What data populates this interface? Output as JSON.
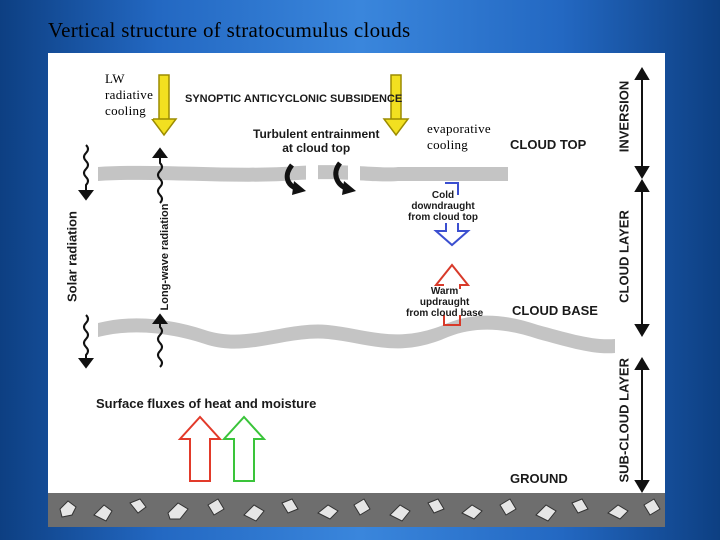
{
  "slide": {
    "title": "Vertical structure of stratocumulus clouds"
  },
  "figure": {
    "notes": {
      "lw_cooling": "LW\nradiative\ncooling",
      "evap_cooling": "evaporative\ncooling"
    },
    "labels": {
      "subsidence": "SYNOPTIC ANTICYCLONIC SUBSIDENCE",
      "entrainment": "Turbulent entrainment\nat cloud top",
      "cloud_top": "CLOUD TOP",
      "cold_downdraught": "Cold\ndowndraught\nfrom cloud top",
      "warm_updraught": "Warm\nupdraught\nfrom cloud base",
      "cloud_base": "CLOUD BASE",
      "surface_fluxes": "Surface fluxes of heat and moisture",
      "ground": "GROUND",
      "solar_radiation": "Solar radiation",
      "longwave_radiation": "Long-wave radiation",
      "inversion": "INVERSION",
      "cloud_layer": "CLOUD LAYER",
      "subcloud_layer": "SUB-CLOUD LAYER"
    },
    "colors": {
      "subsidence_arrow": "#f2e020",
      "cold_arrow": "#3b4fd0",
      "warm_arrow": "#d83a2a",
      "heat_flux_arrow": "#e23a2a",
      "moisture_flux_arrow": "#3ac43a",
      "cloud_band": "#c4c4c4"
    }
  }
}
